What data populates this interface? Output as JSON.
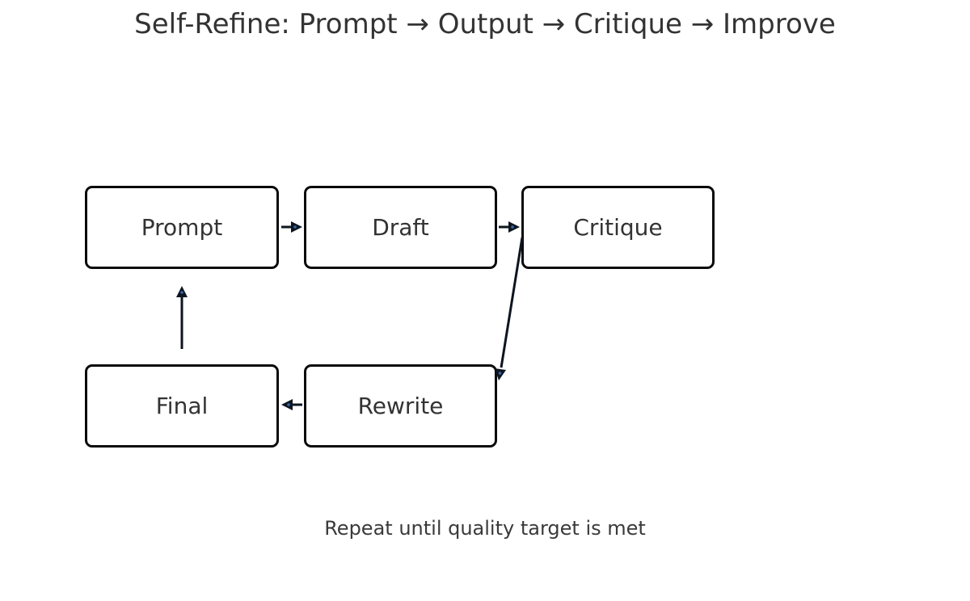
{
  "title": "Self-Refine: Prompt → Output → Critique → Improve",
  "caption": "Repeat until quality target is met",
  "nodes": {
    "prompt": {
      "label": "Prompt"
    },
    "draft": {
      "label": "Draft"
    },
    "critique": {
      "label": "Critique"
    },
    "rewrite": {
      "label": "Rewrite"
    },
    "final": {
      "label": "Final"
    }
  },
  "edges": [
    {
      "from": "prompt",
      "to": "draft",
      "direction": "right"
    },
    {
      "from": "draft",
      "to": "critique",
      "direction": "right"
    },
    {
      "from": "critique",
      "to": "rewrite",
      "direction": "down-left-diagonal"
    },
    {
      "from": "rewrite",
      "to": "final",
      "direction": "left"
    },
    {
      "from": "final",
      "to": "prompt",
      "direction": "up"
    }
  ],
  "colors": {
    "background": "#ffffff",
    "node_fill": "#ffffff",
    "node_border": "#0a0a0a",
    "text": "#333333",
    "arrow": "#0d1520",
    "arrow_tip_dot": "#3a66a8"
  }
}
